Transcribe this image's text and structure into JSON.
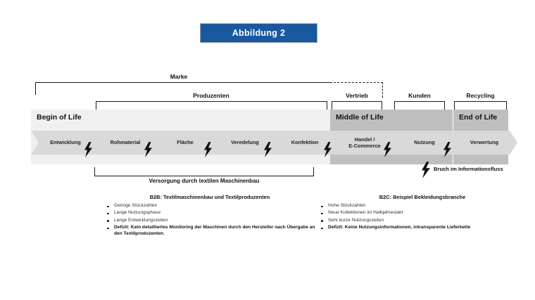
{
  "figure": {
    "badge_label": "Abbildung 2",
    "badge_color": "#19589e"
  },
  "brackets": [
    {
      "id": "marke",
      "label": "Marke",
      "style": "solid-with-dashed-tail"
    },
    {
      "id": "produzenten",
      "label": "Produzenten",
      "style": "solid"
    },
    {
      "id": "vertrieb",
      "label": "Vertrieb",
      "style": "solid"
    },
    {
      "id": "kunden",
      "label": "Kunden",
      "style": "solid"
    },
    {
      "id": "recycling",
      "label": "Recycling",
      "style": "solid"
    },
    {
      "id": "versorgung",
      "label": "Versorgung durch textilen Maschinenbau",
      "style": "solid-up"
    }
  ],
  "lifecycle_bands": [
    {
      "id": "bol",
      "title": "Begin of Life",
      "color": "#f0f0f0"
    },
    {
      "id": "mol",
      "title": "Middle of Life",
      "color": "#bfbfbf"
    },
    {
      "id": "eol",
      "title": "End of Life",
      "color": "#bfbfbf"
    }
  ],
  "stages": [
    {
      "id": "entwicklung",
      "label": "Entwicklung",
      "band": "bol"
    },
    {
      "id": "rohmaterial",
      "label": "Rohmaterial",
      "band": "bol"
    },
    {
      "id": "flaeche",
      "label": "Fläche",
      "band": "bol"
    },
    {
      "id": "veredelung",
      "label": "Veredelung",
      "band": "bol"
    },
    {
      "id": "konfektion",
      "label": "Konfektion",
      "band": "bol"
    },
    {
      "id": "handel",
      "label": "Handel /\nE-Commerce",
      "band": "mol"
    },
    {
      "id": "nutzung",
      "label": "Nutzung",
      "band": "mol"
    },
    {
      "id": "verwertung",
      "label": "Verwertung",
      "band": "eol"
    }
  ],
  "break_note": "Bruch im Informationsfluss",
  "columns": {
    "b2b": {
      "header": "B2B: Textilmaschinenbau und Textilproduzenten",
      "items": [
        {
          "text": "Geringe Stückzahlen",
          "bold": false
        },
        {
          "text": "Lange Nutzungsphase",
          "bold": false
        },
        {
          "text": "Lange Entwicklungszeiten",
          "bold": false
        },
        {
          "text": "Defizit: Kein detailliertes Monitoring der Maschinen durch den Hersteller nach Übergabe an den Textilproduzenten.",
          "bold": true
        }
      ]
    },
    "b2c": {
      "header": "B2C: Beispiel Bekleidungsbranche",
      "items": [
        {
          "text": "Hohe Stückzahlen",
          "bold": false
        },
        {
          "text": "Neue Kollektionen im Halbjahrestakt",
          "bold": false
        },
        {
          "text": "Sehr kurze Nutzungszeiten",
          "bold": false
        },
        {
          "text": "Defizit: Keine Nutzungsinformationen, intransparente Lieferkette",
          "bold": true
        }
      ]
    }
  },
  "icons": {
    "bolt": "lightning-bolt-icon"
  }
}
